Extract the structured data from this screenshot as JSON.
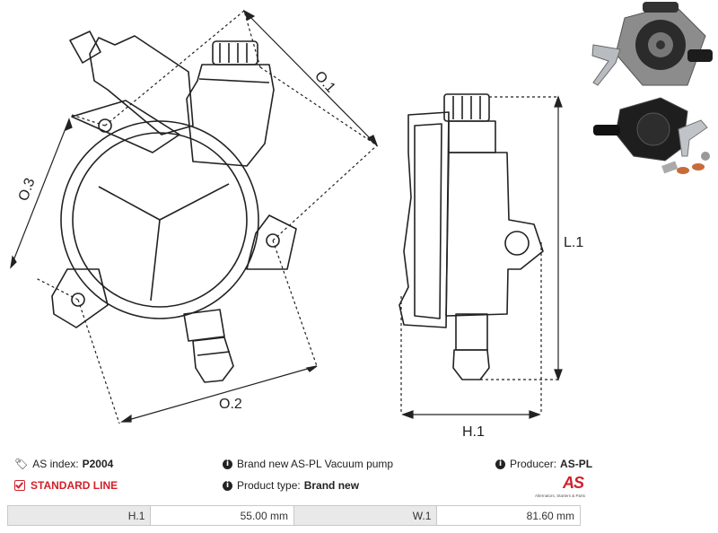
{
  "diagram": {
    "dim_labels": {
      "o1": "O.1",
      "o2": "O.2",
      "o3": "O.3",
      "l1": "L.1",
      "h1": "H.1"
    }
  },
  "info": {
    "as_index_label": "AS index:",
    "as_index_value": "P2004",
    "description": "Brand new AS-PL Vacuum pump",
    "producer_label": "Producer:",
    "producer_value": "AS-PL",
    "standard_line": "STANDARD LINE",
    "product_type_label": "Product type:",
    "product_type_value": "Brand new"
  },
  "logo": {
    "mark": "AS",
    "tagline": "Alternators, Starters & Parts"
  },
  "spec_table": [
    {
      "label": "H.1",
      "value": "55.00 mm"
    },
    {
      "label": "W.1",
      "value": "81.60 mm"
    }
  ],
  "colors": {
    "accent": "#d2202a",
    "table_label_bg": "#e9e9e9",
    "border": "#c8c8c8"
  },
  "icons": [
    "tags-icon",
    "info-circle-icon",
    "check-square-icon"
  ]
}
